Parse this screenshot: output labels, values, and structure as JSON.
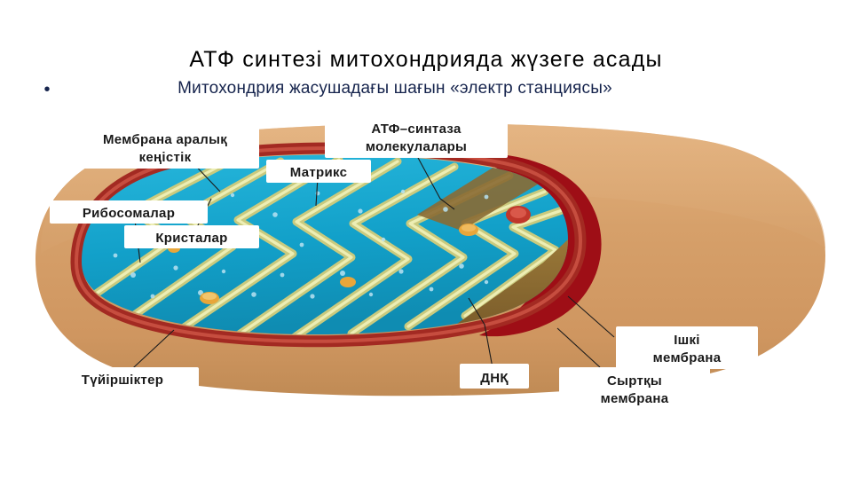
{
  "slide": {
    "title": "АТФ синтезі митохондрияда жүзеге асады",
    "bullet_glyph": "•",
    "subtitle": "Митохондрия жасушадағы шағын «электр станциясы»",
    "title_color": "#000000",
    "subtitle_color": "#16244d",
    "background_color": "#ffffff"
  },
  "diagram": {
    "name": "Митохондрия",
    "colors": {
      "outer_body": "#d6a06a",
      "outer_body_shadow": "#c08b55",
      "outer_membrane": "#a32a22",
      "inner_membrane_red": "#c0372b",
      "matrix": "#1ba5cd",
      "matrix_deep": "#1787ac",
      "cristae": "#d8d98a",
      "cristae_edge": "#b6a93f",
      "cut_face": "#8a6a33",
      "dark_red_cap": "#9e0e16",
      "granule": "#e8a63a",
      "dna": "#c0372b",
      "ribosome": "#bcdcea"
    },
    "labels": [
      {
        "id": "intermembrane-space",
        "text_line1": "Мембрана аралық",
        "text_line2": "кеңістік"
      },
      {
        "id": "atp-synthase",
        "text_line1": "АТФ–синтаза",
        "text_line2": "молекулалары"
      },
      {
        "id": "matrix",
        "text_line1": "Матрикс",
        "text_line2": ""
      },
      {
        "id": "ribosomes",
        "text_line1": "Рибосомалар",
        "text_line2": ""
      },
      {
        "id": "cristae",
        "text_line1": "Кристалар",
        "text_line2": ""
      },
      {
        "id": "granules",
        "text_line1": "Түйіршіктер",
        "text_line2": ""
      },
      {
        "id": "dna",
        "text_line1": "ДНҚ",
        "text_line2": ""
      },
      {
        "id": "inner-membrane",
        "text_line1": "Ішкі",
        "text_line2": "мембрана"
      },
      {
        "id": "outer-membrane",
        "text_line1": "Сыртқы",
        "text_line2": "мембрана"
      }
    ]
  }
}
